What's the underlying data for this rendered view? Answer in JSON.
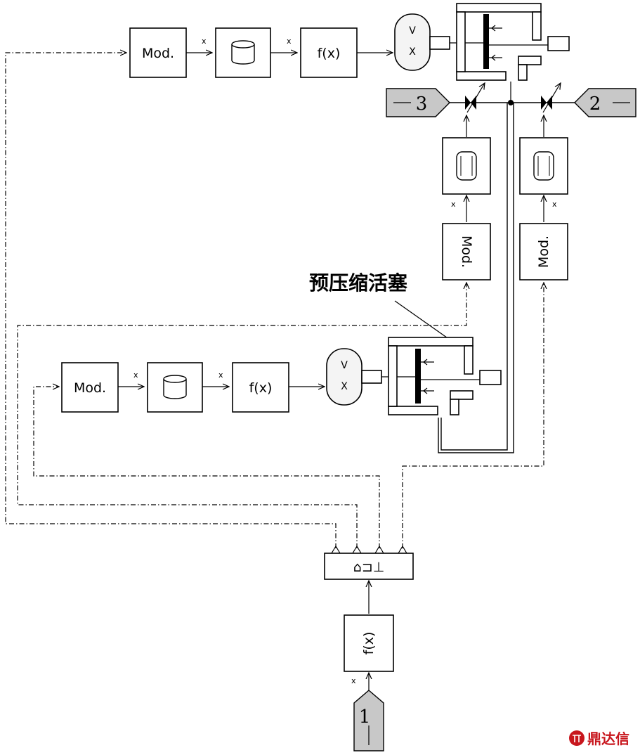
{
  "blocks": {
    "mod_label": "Mod.",
    "fx_label": "f(x)",
    "vx_v": "V",
    "vx_x": "X",
    "mod_rotated_label": "Mod.",
    "fx_rotated_label": "f(x)",
    "dup_label": "⌂⊐⊥",
    "signal_mark": "x"
  },
  "ports": {
    "input_1": "1",
    "port_2": "2",
    "port_3": "3"
  },
  "annotation": {
    "callout": "预压缩活塞"
  },
  "watermark": {
    "text": "鼎达信"
  }
}
